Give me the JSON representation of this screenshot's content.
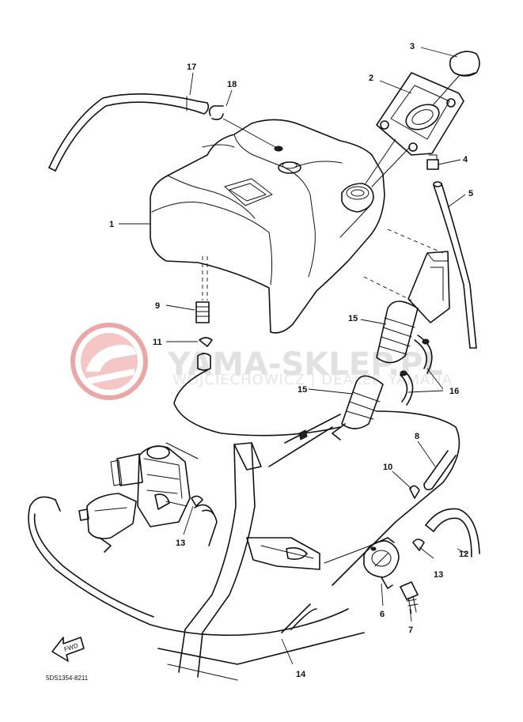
{
  "diagram": {
    "code": "5DS1354-8211",
    "fwd_label": "FWD",
    "part_labels": [
      "1",
      "2",
      "3",
      "4",
      "5",
      "8",
      "9",
      "10",
      "11",
      "12",
      "13",
      "13",
      "14",
      "15",
      "15",
      "16",
      "17",
      "18",
      "6",
      "7"
    ]
  },
  "watermark": {
    "brand": "YAMA-SKLEP.PL",
    "subtitle": "WOJCIECHOWICZ | DEALER YAMAHA",
    "color": "#e07070"
  }
}
